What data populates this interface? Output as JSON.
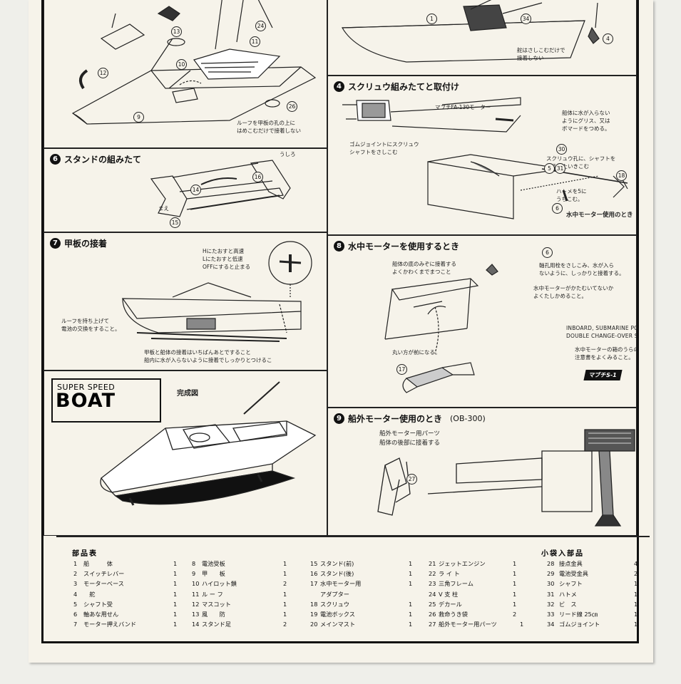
{
  "step2_note": "ルーフを甲板の孔の上に\nはめこむだけで接着しない",
  "step3_note": "舵はさしこむだけで\n接着しない",
  "step4": {
    "num": "4",
    "title": "スクリュウ組みたてと取付け",
    "motor": "マブチFA-130モーター",
    "grease": "船体に水が入らない\nようにグリス、又は\nボマードをつめる。",
    "joint": "ゴムジョイントにスクリュウ\nシャフトをさしこむ",
    "shaft": "スクリュウ孔に、シャフトを\nかるくたいきこむ",
    "hatome": "ハトメを5に\nうちこむ。",
    "underwater": "水中モーター使用のとき"
  },
  "step6": {
    "num": "6",
    "title": "スタンドの組みたて",
    "rear": "うしろ",
    "front": "まえ"
  },
  "step7": {
    "num": "7",
    "title": "甲板の接着",
    "switch": "Hにたおすと高速\nLにたおすと低速\nOFFにすると止まる",
    "roof": "ルーフを持ち上げて\n電池の交換をすること。",
    "glue": "甲板と船体の接着はいちばんあとですること\n船内に水が入らないように接着でしっかりとつけるこ"
  },
  "step8": {
    "num": "8",
    "title": "水中モーターを使用するとき",
    "dent": "船体の底のみぞに接着する\nよくかわくまでまつこと",
    "hole": "軸孔用栓をさしこみ、水が入ら\nないように、しっかりと接着する。",
    "check": "水中モーターがかたむいてないか\nよくたしかめること。",
    "en": "INBOARD, SUBMARINE POWER,\nDOUBLE CHANGE-OVER SWITCH.",
    "box": "水中モーターの箱のうらの\n注意書をよくみること。",
    "round": "丸い方が前になる。",
    "badge": "マブチS-1"
  },
  "logo": {
    "line1": "SUPER SPEED",
    "line2": "BOAT"
  },
  "complete": "完成図",
  "step9": {
    "num": "9",
    "title": "船外モーター使用のとき",
    "code": "(OB-300)",
    "note": "船外モーター用パーツ\n船体の後部に接着する"
  },
  "parts_title": "部品表",
  "small_bag_title": "小袋入部品",
  "parts": [
    [
      {
        "n": "1",
        "name": "船　　　体",
        "q": "1"
      },
      {
        "n": "2",
        "name": "スイッチレバー",
        "q": "1"
      },
      {
        "n": "3",
        "name": "モーターベース",
        "q": "1"
      },
      {
        "n": "4",
        "name": "　舵",
        "q": "1"
      },
      {
        "n": "5",
        "name": "シャフト受",
        "q": "1"
      },
      {
        "n": "6",
        "name": "軸あな用せん",
        "q": "1"
      },
      {
        "n": "7",
        "name": "モーター押えバンド",
        "q": "1"
      }
    ],
    [
      {
        "n": "8",
        "name": "電池受板",
        "q": "1"
      },
      {
        "n": "9",
        "name": "甲　　板",
        "q": "1"
      },
      {
        "n": "10",
        "name": "ハイロット鎖",
        "q": "2"
      },
      {
        "n": "11",
        "name": "ル ー フ",
        "q": "1"
      },
      {
        "n": "12",
        "name": "マスコット",
        "q": "1"
      },
      {
        "n": "13",
        "name": "風　　防",
        "q": "1"
      },
      {
        "n": "14",
        "name": "スタンド足",
        "q": "2"
      }
    ],
    [
      {
        "n": "15",
        "name": "スタンド(前)",
        "q": "1"
      },
      {
        "n": "16",
        "name": "スタンド(後)",
        "q": "1"
      },
      {
        "n": "17",
        "name": "水中モーター用",
        "q": "1"
      },
      {
        "n": "",
        "name": "アダプター",
        "q": ""
      },
      {
        "n": "18",
        "name": "スクリュウ",
        "q": "1"
      },
      {
        "n": "19",
        "name": "電池ボックス",
        "q": "1"
      },
      {
        "n": "20",
        "name": "メインマスト",
        "q": "1"
      }
    ],
    [
      {
        "n": "21",
        "name": "ジェットエンジン",
        "q": "1"
      },
      {
        "n": "22",
        "name": "ラ イ ト",
        "q": "1"
      },
      {
        "n": "23",
        "name": "三角フレーム",
        "q": "1"
      },
      {
        "n": "24",
        "name": "V 支 柱",
        "q": "1"
      },
      {
        "n": "25",
        "name": "デカール",
        "q": "1"
      },
      {
        "n": "26",
        "name": "救命うき袋",
        "q": "2"
      },
      {
        "n": "27",
        "name": "船外モーター用パーツ",
        "q": "1"
      }
    ],
    [
      {
        "n": "28",
        "name": "接点金具",
        "q": "4"
      },
      {
        "n": "29",
        "name": "電池受金具",
        "q": "2"
      },
      {
        "n": "30",
        "name": "シャフト",
        "q": "1"
      },
      {
        "n": "31",
        "name": "ハトメ",
        "q": "1"
      },
      {
        "n": "32",
        "name": "ビ　ス",
        "q": "1"
      },
      {
        "n": "33",
        "name": "リード線 25㎝",
        "q": "1"
      },
      {
        "n": "34",
        "name": "ゴムジョイント",
        "q": "1"
      }
    ]
  ]
}
